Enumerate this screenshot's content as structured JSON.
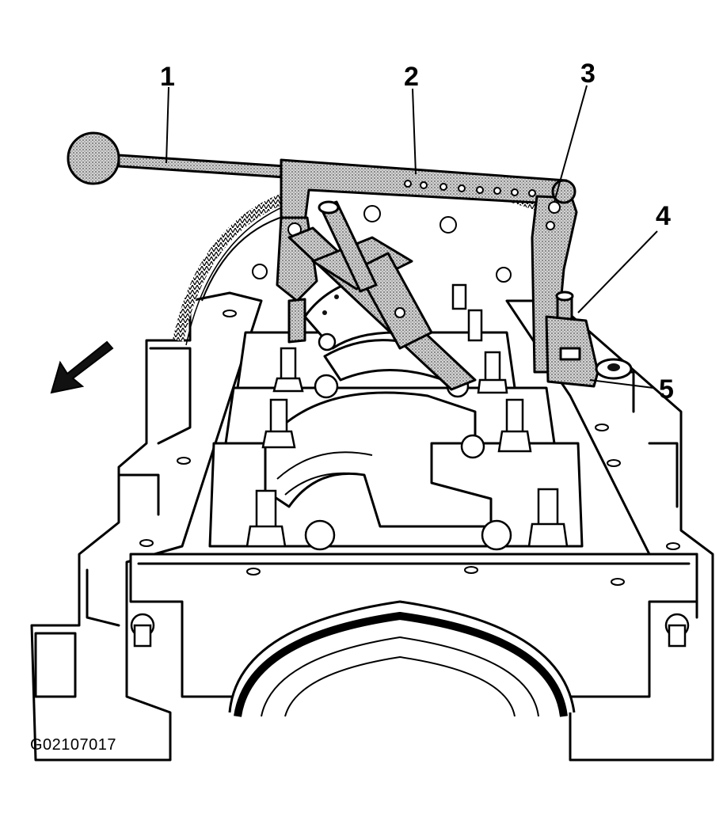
{
  "figure": {
    "id_label": "G02107017",
    "callouts": [
      {
        "label": "1",
        "part": "handle"
      },
      {
        "label": "2",
        "part": "bracket"
      },
      {
        "label": "3",
        "part": "pivot"
      },
      {
        "label": "4",
        "part": "bolt"
      },
      {
        "label": "5",
        "part": "foot"
      }
    ],
    "direction_arrow": "front-of-engine"
  },
  "colors": {
    "ink": "#000000",
    "paper": "#ffffff",
    "stipple": "#9a9a9a"
  }
}
